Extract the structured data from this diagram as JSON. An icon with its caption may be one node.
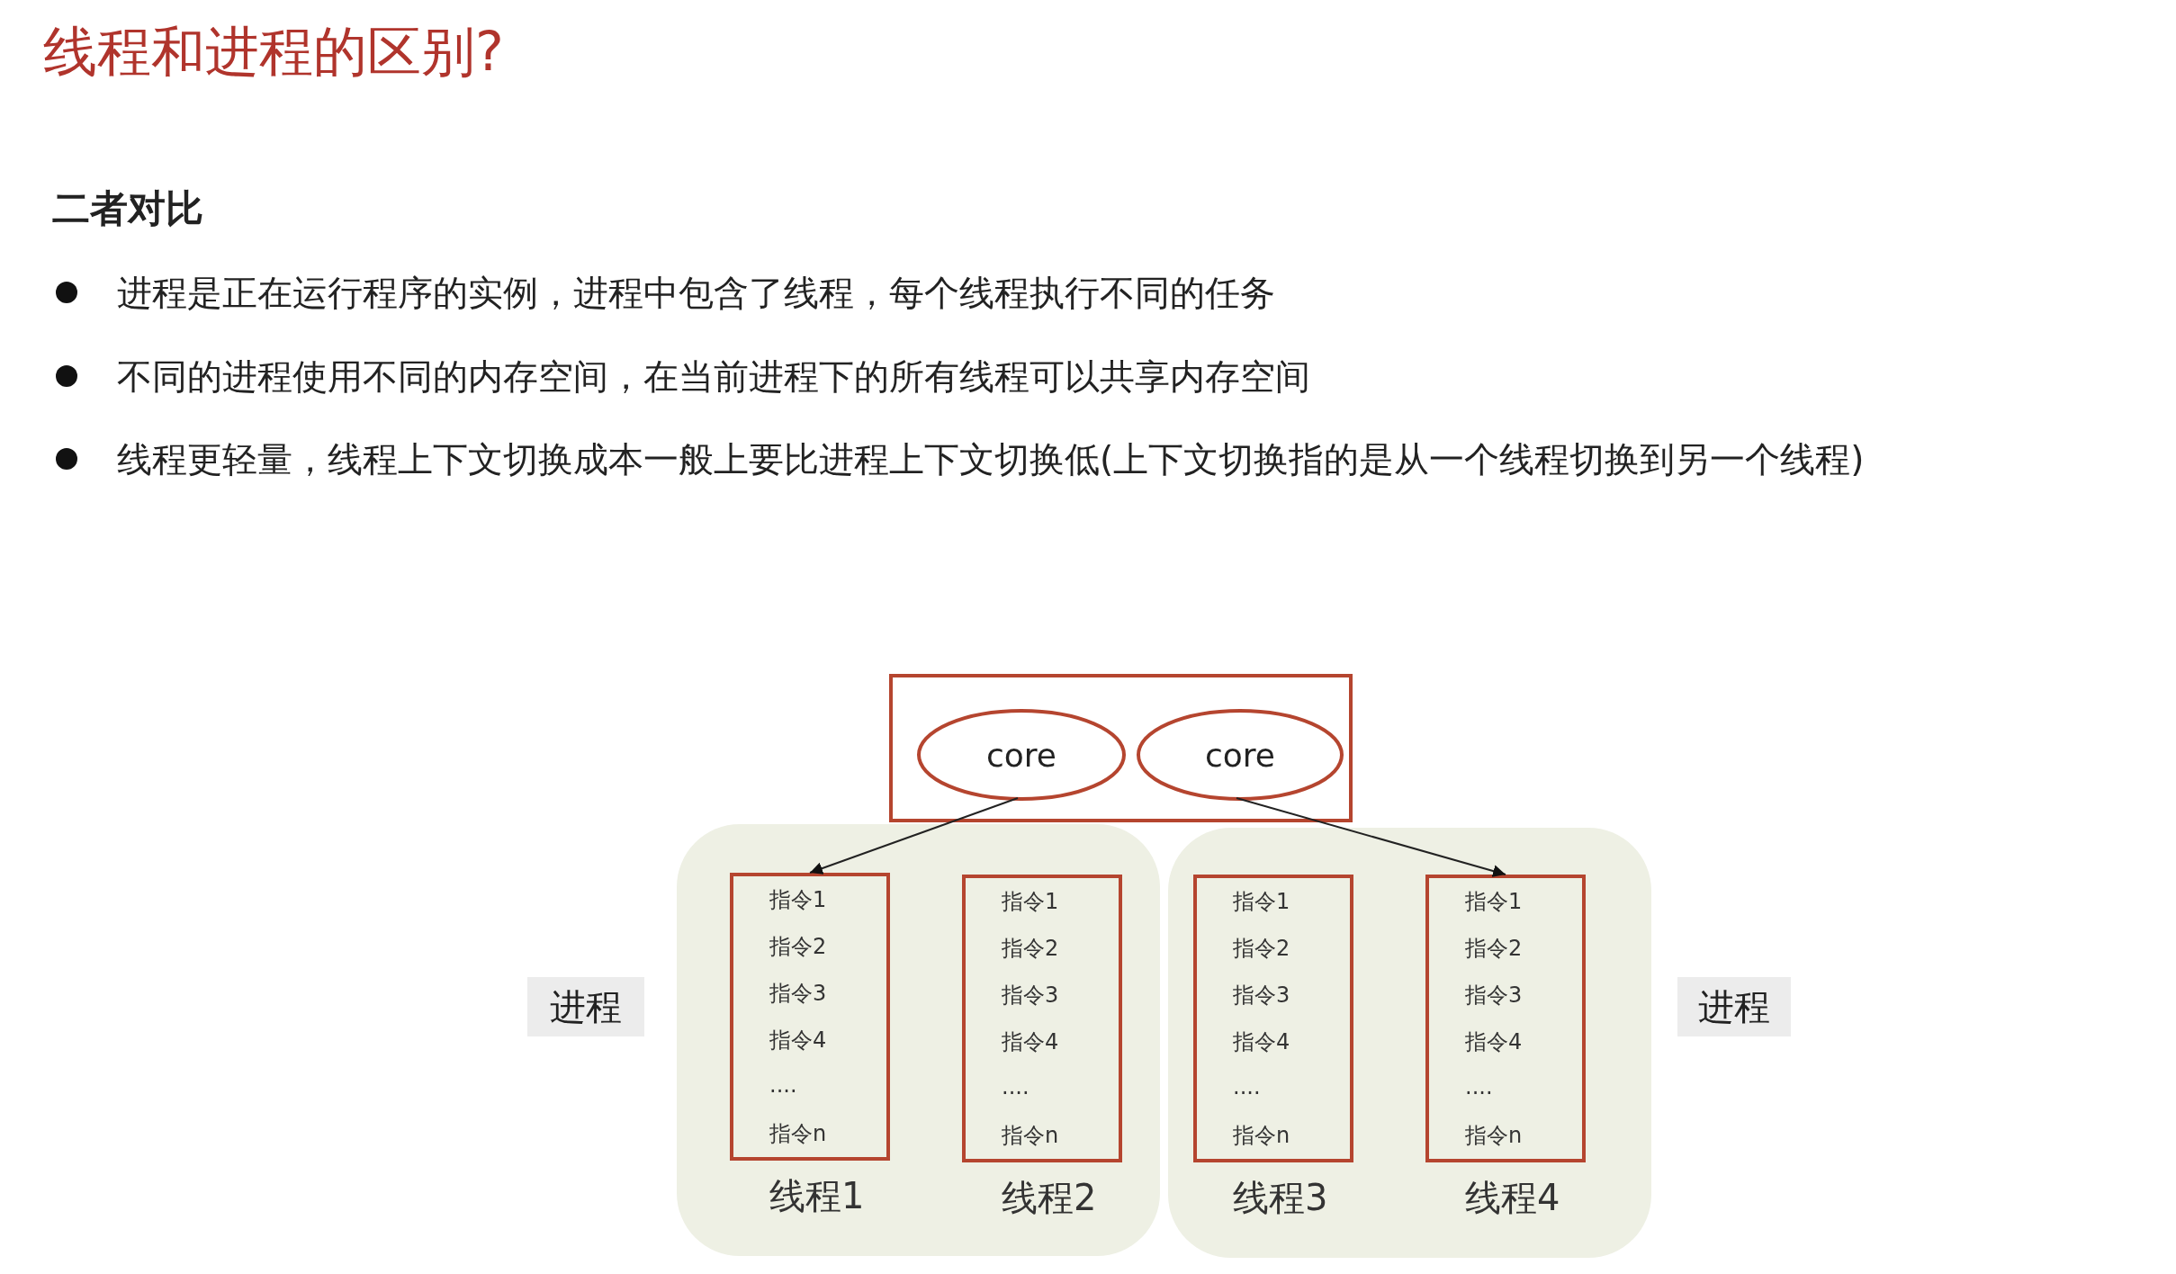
{
  "diagram": {
    "title": "线程和进程的区别?",
    "nodes": [
      {
        "text": [],
        "shape": "box"
      },
      {
        "text": [
          "core"
        ],
        "in": 0
      },
      {
        "text": [
          "core"
        ],
        "in": 0
      },
      {
        "text": [],
        "shape": "box",
        "beside": [
          "进程"
        ]
      },
      {
        "text": [
          "指令1",
          "指令2",
          "指令3",
          "指令4",
          "....",
          "指令n",
          "线程1"
        ],
        "in": 3
      },
      {
        "text": [
          "指令1",
          "指令2",
          "指令3",
          "指令4",
          "....",
          "指令n",
          "线程2"
        ],
        "in": 3
      },
      {
        "text": [],
        "shape": "box",
        "beside": [
          "进程"
        ]
      },
      {
        "text": [
          "指令1",
          "指令2",
          "指令3",
          "指令4",
          "....",
          "指令n",
          "线程3"
        ],
        "in": 6
      },
      {
        "text": [
          "指令1",
          "指令2",
          "指令3",
          "指令4",
          "....",
          "指令n",
          "线程4"
        ],
        "in": 6
      }
    ],
    "edges": [
      {
        "from": 1,
        "to": 4,
        "arrow": "to"
      },
      {
        "from": 2,
        "to": 8,
        "arrow": "to"
      }
    ],
    "labels": [
      "二者对比",
      "进程是正在运行程序的实例，进程中包含了线程，每个线程执行不同的任务",
      "不同的进程使用不同的内存空间，在当前进程下的所有线程可以共享内存空间",
      "线程更轻量，线程上下文切换成本一般上要比进程上下文切换低(上下文切换指的是从一个线程切换到另一个线程)"
    ]
  }
}
